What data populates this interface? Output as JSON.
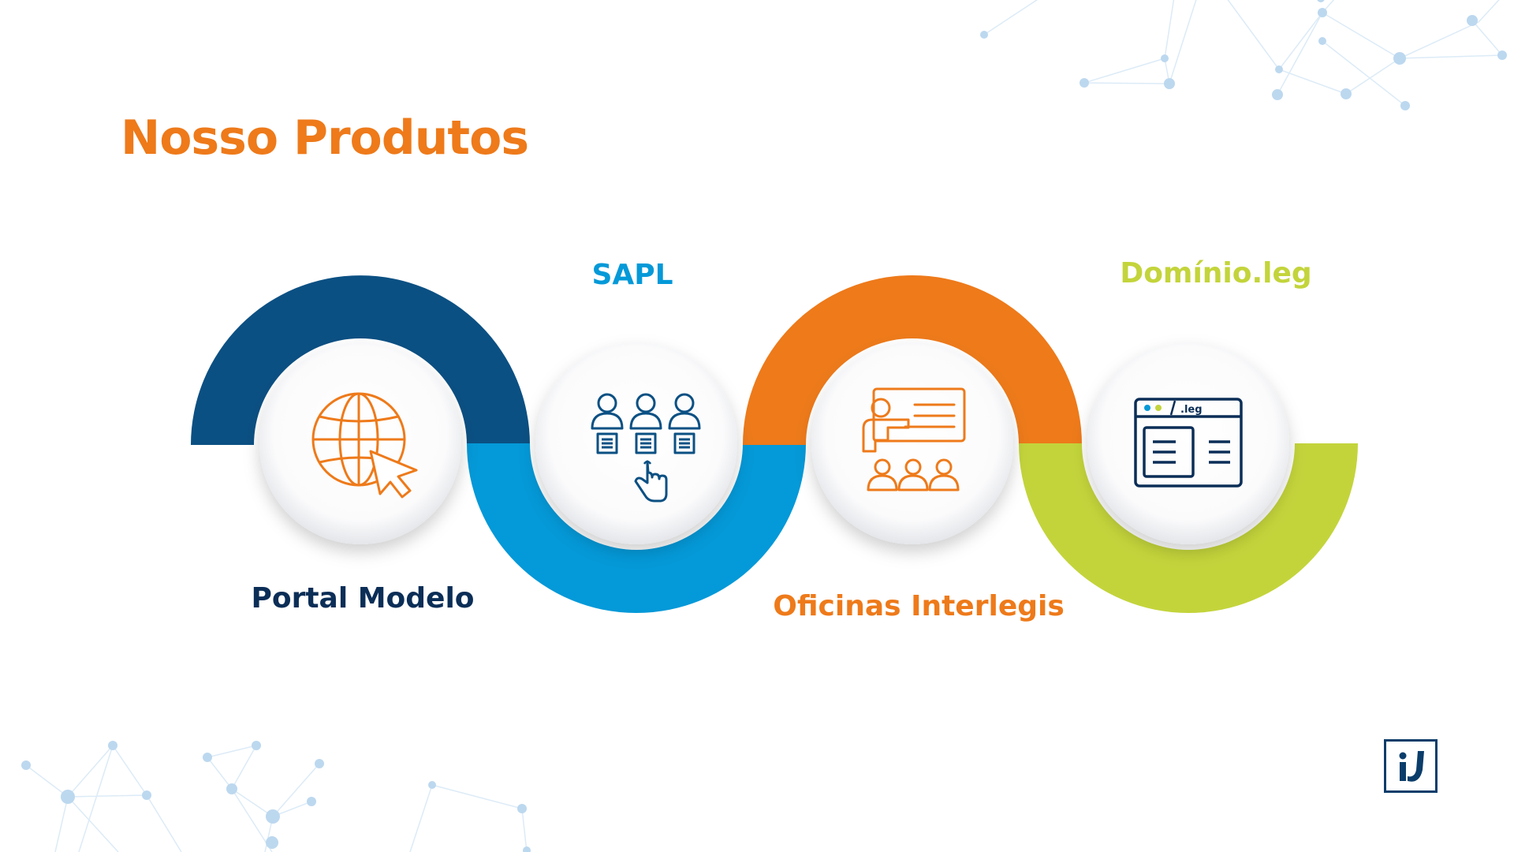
{
  "title": "Nosso Produtos",
  "products": [
    {
      "label": "Portal Modelo",
      "icon": "globe-cursor-icon",
      "color": "#0b5083"
    },
    {
      "label": "SAPL",
      "icon": "people-voting-icon",
      "color": "#0499d8"
    },
    {
      "label": "Oficinas Interlegis",
      "icon": "classroom-presentation-icon",
      "color": "#ee7a1a"
    },
    {
      "label": "Domínio.leg",
      "icon": "browser-window-leg-icon",
      "color": "#c3d43b"
    }
  ],
  "domain_badge": ".leg",
  "colors": {
    "title": "#ee7a1a",
    "navy": "#0b2e57",
    "network_dots": "#bcd8ef"
  },
  "logo": {
    "icon": "interlegis-logo-icon"
  }
}
